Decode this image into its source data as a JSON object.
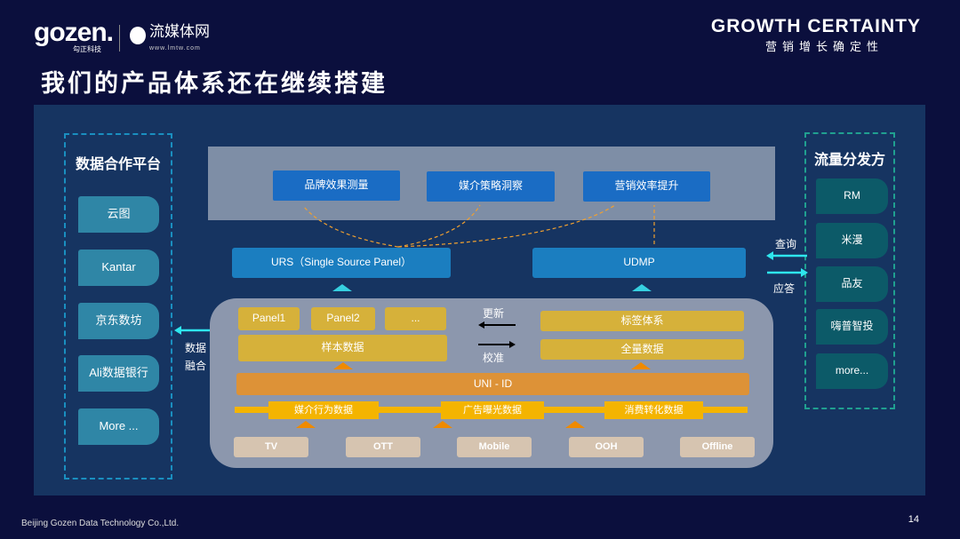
{
  "header": {
    "logo": "gozen.",
    "logo_sub": "勾正科技",
    "partner_name": "流媒体网",
    "partner_url": "www.lmtw.com",
    "slogan": "GROWTH CERTAINTY",
    "slogan_sub": "营销增长确定性",
    "title": "我们的产品体系还在继续搭建"
  },
  "left": {
    "title": "数据合作平台",
    "items": [
      "云图",
      "Kantar",
      "京东数坊",
      "Ali数据银行",
      "More ..."
    ],
    "link_label_1": "数据",
    "link_label_2": "融合"
  },
  "right": {
    "title": "流量分发方",
    "items": [
      "RM",
      "米漫",
      "品友",
      "嗨普智投",
      "more..."
    ],
    "query": "查询",
    "answer": "应答"
  },
  "top": {
    "items": [
      "品牌效果测量",
      "媒介策略洞察",
      "营销效率提升"
    ]
  },
  "middle": {
    "urs": "URS（Single Source Panel）",
    "udmp": "UDMP"
  },
  "core": {
    "panels": [
      "Panel1",
      "Panel2",
      "..."
    ],
    "sample": "样本数据",
    "update": "更新",
    "calibrate": "校准",
    "tags": "标签体系",
    "full": "全量数据",
    "uniid": "UNI - ID",
    "data_types": [
      "媒介行为数据",
      "广告曝光数据",
      "消费转化数据"
    ],
    "sources": [
      "TV",
      "OTT",
      "Mobile",
      "OOH",
      "Offline"
    ]
  },
  "footer": {
    "company": "Beijing Gozen Data Technology Co.,Ltd.",
    "page": "14"
  }
}
